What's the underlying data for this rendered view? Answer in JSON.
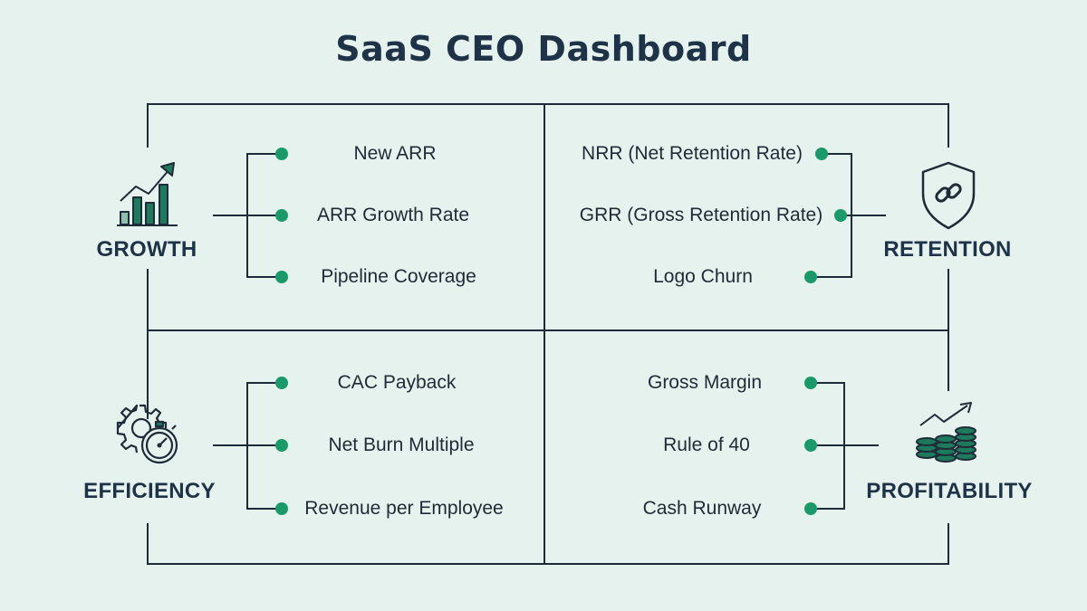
{
  "title": "SaaS CEO Dashboard",
  "colors": {
    "line": "#1e2b38",
    "dot": "#1a9a6b",
    "icon_fill": "#1e7a5c",
    "background": "#e6f2ed"
  },
  "quadrants": [
    {
      "key": "growth",
      "label": "GROWTH",
      "icon": "bar-chart-growth-icon",
      "metrics": [
        "New ARR",
        "ARR Growth Rate",
        "Pipeline Coverage"
      ]
    },
    {
      "key": "retention",
      "label": "RETENTION",
      "icon": "shield-link-icon",
      "metrics": [
        "NRR (Net Retention Rate)",
        "GRR (Gross Retention Rate)",
        "Logo Churn"
      ]
    },
    {
      "key": "efficiency",
      "label": "EFFICIENCY",
      "icon": "gear-stopwatch-icon",
      "metrics": [
        "CAC Payback",
        "Net Burn Multiple",
        "Revenue per Employee"
      ]
    },
    {
      "key": "profitability",
      "label": "PROFITABILITY",
      "icon": "coin-stacks-growth-icon",
      "metrics": [
        "Gross Margin",
        "Rule of 40",
        "Cash Runway"
      ]
    }
  ]
}
